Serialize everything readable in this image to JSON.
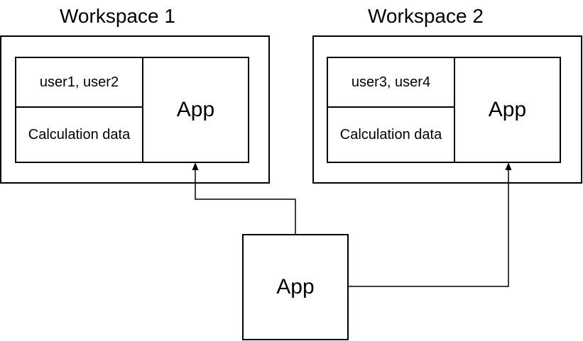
{
  "colors": {
    "line": "#000000",
    "background": "#ffffff",
    "text": "#000000"
  },
  "workspaces": [
    {
      "title": "Workspace 1",
      "users": "user1, user2",
      "calc": "Calculation data",
      "app": "App"
    },
    {
      "title": "Workspace 2",
      "users": "user3, user4",
      "calc": "Calculation data",
      "app": "App"
    }
  ],
  "central_app": {
    "label": "App"
  }
}
